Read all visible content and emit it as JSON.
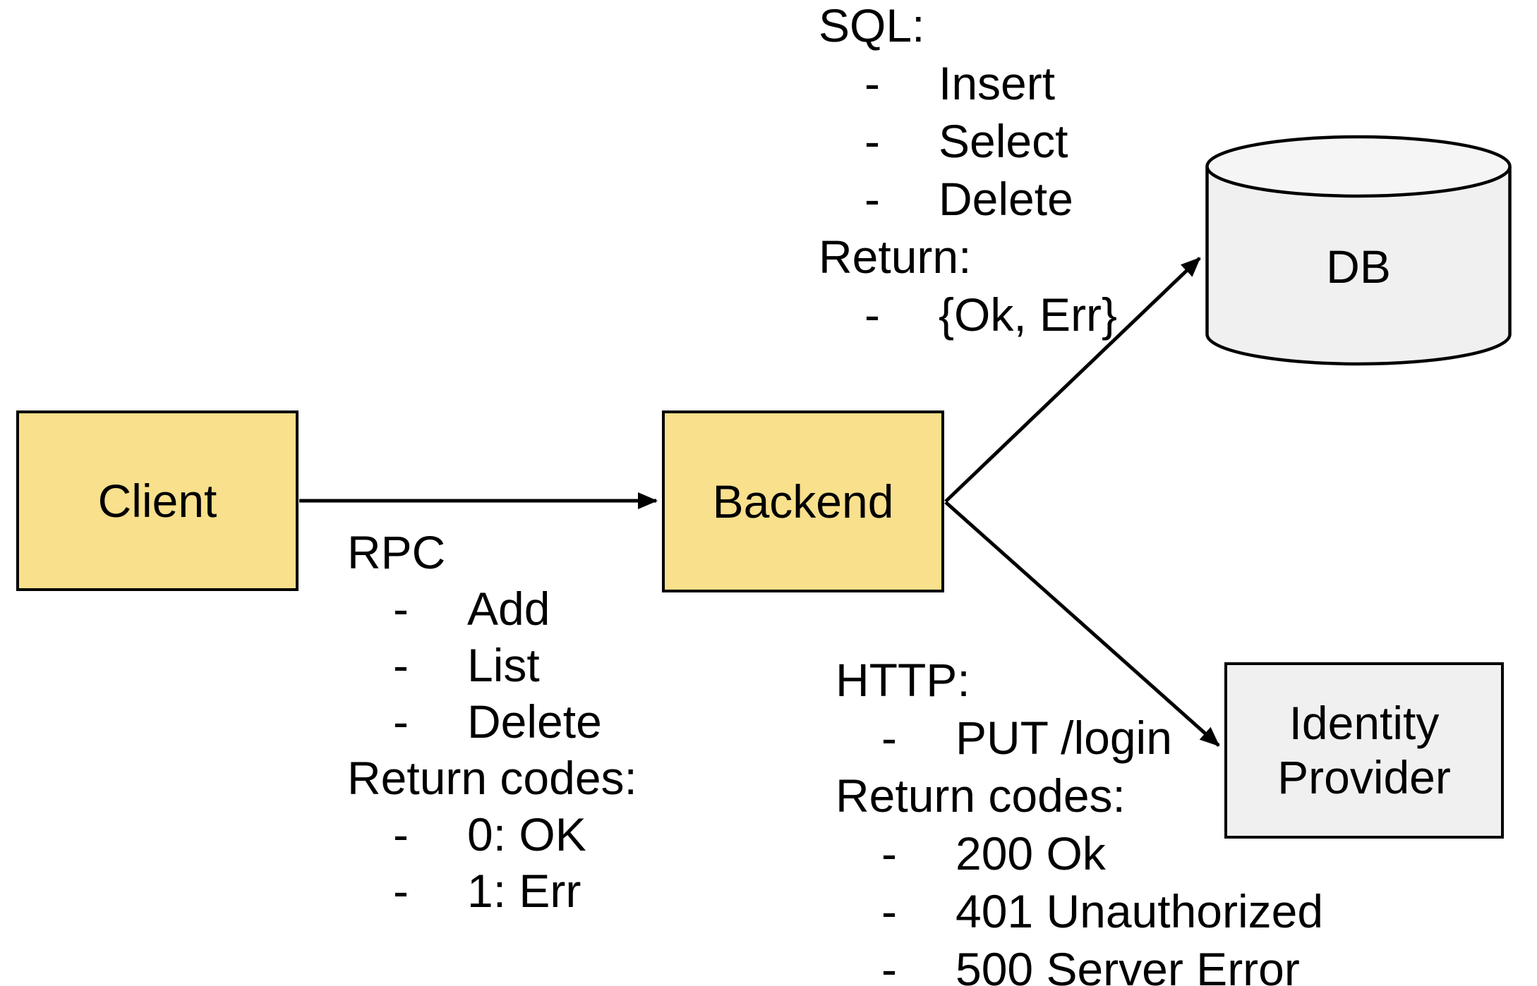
{
  "diagram": {
    "bullet": "-",
    "colors": {
      "background": "#FFFFFF",
      "yellow_fill": "#F8E08C",
      "gray_fill": "#F0F0F0",
      "gray_fill_light": "#F5F5F5",
      "stroke": "#000000",
      "text": "#000000"
    },
    "nodes": {
      "client": {
        "label": "Client",
        "shape": "box"
      },
      "backend": {
        "label": "Backend",
        "shape": "box"
      },
      "db": {
        "label": "DB",
        "shape": "cylinder"
      },
      "identity_provider": {
        "label": "Identity Provider",
        "shape": "box"
      }
    },
    "edges": [
      {
        "from": "client",
        "to": "backend"
      },
      {
        "from": "backend",
        "to": "db"
      },
      {
        "from": "backend",
        "to": "identity_provider"
      }
    ],
    "annotations": {
      "rpc": {
        "heading": "RPC",
        "items": [
          "Add",
          "List",
          "Delete"
        ],
        "subheading": "Return codes:",
        "subitems": [
          "0: OK",
          "1: Err"
        ]
      },
      "sql": {
        "heading": "SQL:",
        "items": [
          "Insert",
          "Select",
          "Delete"
        ],
        "subheading": "Return:",
        "subitems": [
          "{Ok, Err}"
        ]
      },
      "http": {
        "heading": "HTTP:",
        "items": [
          "PUT /login"
        ],
        "subheading": "Return codes:",
        "subitems": [
          "200 Ok",
          "401 Unauthorized",
          "500 Server Error"
        ]
      }
    }
  }
}
